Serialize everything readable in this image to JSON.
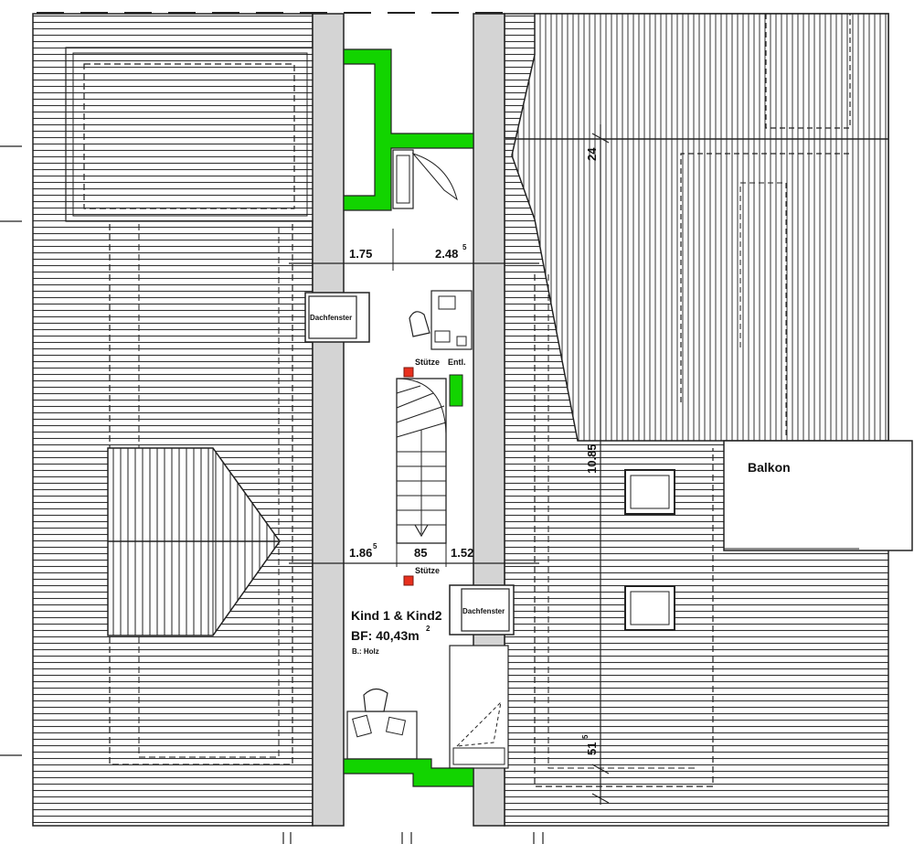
{
  "floor_plan": {
    "room": {
      "name": "Kind 1 & Kind2",
      "area_label": "BF: 40,43m",
      "area_unit_sup": "2",
      "floor_material": "B.: Holz"
    },
    "dimensions": {
      "top_left": "1.75",
      "top_right": "2.48",
      "top_right_sup": "5",
      "mid_left": "1.86",
      "mid_left_sup": "5",
      "mid_center": "85",
      "mid_right": "1.52",
      "right_vertical": "10.85",
      "right_top": "24",
      "right_bottom": "51",
      "right_bottom_sup": "5"
    },
    "labels": {
      "skylight_1": "Dachfenster",
      "skylight_2": "Dachfenster",
      "support_1": "Stütze",
      "support_2": "Stütze",
      "vent": "Entl.",
      "balcony": "Balkon"
    },
    "colors": {
      "wall_green": "#12d400",
      "wall_grey": "#d4d4d4",
      "support_red": "#e8301e",
      "hatch": "#222222"
    }
  }
}
